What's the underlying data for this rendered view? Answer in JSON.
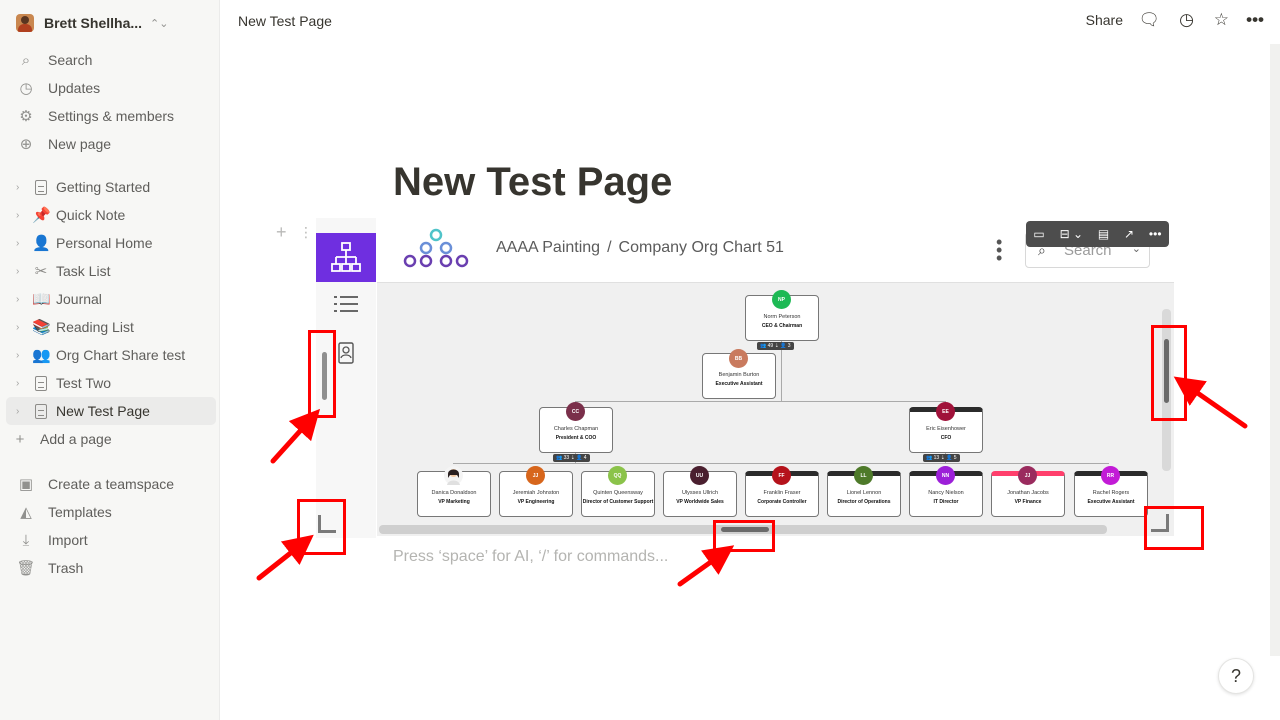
{
  "workspace": {
    "name": "Brett Shellha..."
  },
  "sidebar": {
    "top_items": [
      {
        "label": "Search",
        "icon": "search-icon"
      },
      {
        "label": "Updates",
        "icon": "clock-icon"
      },
      {
        "label": "Settings & members",
        "icon": "gear-icon"
      },
      {
        "label": "New page",
        "icon": "plus-circle-icon"
      }
    ],
    "pages": [
      {
        "label": "Getting Started"
      },
      {
        "label": "Quick Note"
      },
      {
        "label": "Personal Home"
      },
      {
        "label": "Task List"
      },
      {
        "label": "Journal"
      },
      {
        "label": "Reading List"
      },
      {
        "label": "Org Chart Share test"
      },
      {
        "label": "Test Two"
      },
      {
        "label": "New Test Page"
      }
    ],
    "add_page": "Add a page",
    "bottom_items": [
      {
        "label": "Create a teamspace"
      },
      {
        "label": "Templates"
      },
      {
        "label": "Import"
      },
      {
        "label": "Trash"
      }
    ]
  },
  "header": {
    "page_title": "New Test Page",
    "share_label": "Share"
  },
  "page": {
    "title": "New Test Page",
    "placeholder": "Press ‘space’ for AI, ‘/’ for commands..."
  },
  "embed": {
    "breadcrumb_org": "AAAA Painting",
    "breadcrumb_sep": "/",
    "breadcrumb_chart": "Company Org Chart 51",
    "search_placeholder": "Search"
  },
  "org_chart": {
    "root": {
      "initials": "NP",
      "name": "Norm Peterson",
      "title": "CEO & Chairman",
      "count_a": "49",
      "count_b": "3",
      "color": "#1db954"
    },
    "assistant": {
      "initials": "BB",
      "name": "Benjamin Burton",
      "title": "Executive Assistant",
      "color": "#c97a5e"
    },
    "level2": [
      {
        "initials": "CC",
        "name": "Charles Chapman",
        "title": "President & COO",
        "count_a": "33",
        "count_b": "4",
        "color": "#7a2f4a"
      },
      {
        "initials": "EE",
        "name": "Eric Eisenhower",
        "title": "CFO",
        "count_a": "13",
        "count_b": "5",
        "color": "#a0123a"
      }
    ],
    "level3": [
      {
        "initials": "",
        "name": "Danica Donaldson",
        "title": "VP Marketing",
        "color": "#f4f4f4",
        "style": ""
      },
      {
        "initials": "JJ",
        "name": "Jeremiah Johnston",
        "title": "VP Engineering",
        "color": "#d7661c",
        "style": ""
      },
      {
        "initials": "QQ",
        "name": "Quinten Queensway",
        "title": "Director of Customer Support",
        "color": "#8bc34a",
        "style": ""
      },
      {
        "initials": "UU",
        "name": "Ulysses Ullrich",
        "title": "VP Worldwide Sales",
        "color": "#4a1f2f",
        "style": ""
      },
      {
        "initials": "FF",
        "name": "Franklin Fraser",
        "title": "Corporate Controller",
        "color": "#b5121b",
        "style": "dark"
      },
      {
        "initials": "LL",
        "name": "Lionel Lennon",
        "title": "Director of Operations",
        "color": "#4e7a2a",
        "style": "dark"
      },
      {
        "initials": "NN",
        "name": "Nancy Nielson",
        "title": "IT Director",
        "color": "#9c1fd8",
        "style": "dark"
      },
      {
        "initials": "JJ",
        "name": "Jonathan Jacobs",
        "title": "VP Finance",
        "color": "#9a2b5e",
        "style": "pink"
      },
      {
        "initials": "RR",
        "name": "Rachel Rogers",
        "title": "Executive Assistant",
        "color": "#c21bd6",
        "style": "dark"
      }
    ]
  },
  "colors": {
    "embed_accent": "#6f2fe0",
    "annotation": "#ff0000"
  }
}
